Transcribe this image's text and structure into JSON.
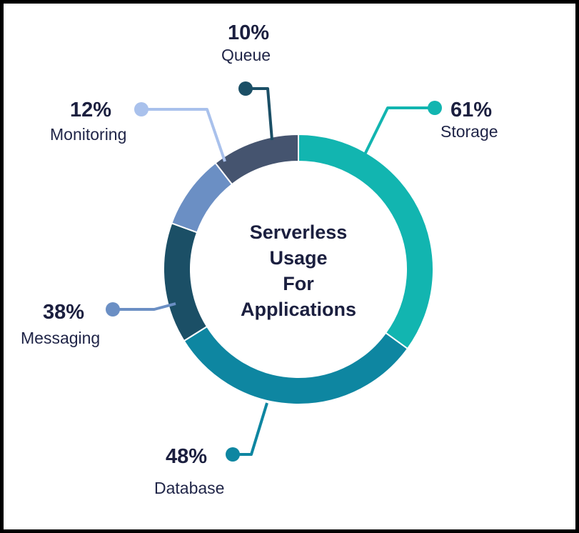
{
  "chart_data": {
    "type": "pie",
    "title": [
      "Serverless",
      "Usage",
      "For",
      "Applications"
    ],
    "slices": [
      {
        "label": "Storage",
        "value": "61%",
        "color": "#12b5b0"
      },
      {
        "label": "Database",
        "value": "48%",
        "color": "#0e86a1"
      },
      {
        "label": "Messaging",
        "value": "38%",
        "color": "#1b4f66"
      },
      {
        "label": "Monitoring",
        "value": "12%",
        "color": "#6b8fc4"
      },
      {
        "label": "Queue",
        "value": "10%",
        "color": "#45546f"
      }
    ],
    "marker_colors": {
      "Storage": "#12b5b0",
      "Database": "#0e86a1",
      "Messaging": "#6b8fc4",
      "Monitoring": "#a9c1ec",
      "Queue": "#1b4f66"
    }
  }
}
